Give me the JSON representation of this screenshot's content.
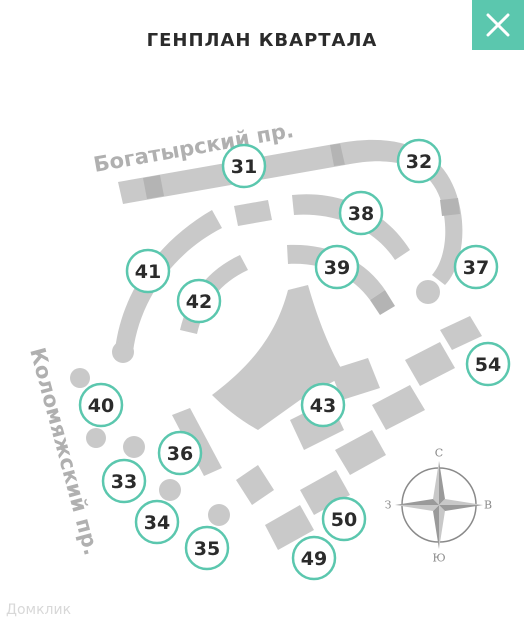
{
  "header": {
    "title": "ГЕНПЛАН КВАРТАЛА",
    "close_icon": "close-icon",
    "accent_color": "#5bc7ae"
  },
  "streets": {
    "top": "Богатырский пр.",
    "left": "Коломяжский пр."
  },
  "markers": [
    "31",
    "32",
    "38",
    "37",
    "39",
    "41",
    "42",
    "54",
    "40",
    "43",
    "36",
    "33",
    "34",
    "50",
    "35",
    "49"
  ],
  "compass": {
    "n": "С",
    "s": "Ю",
    "e": "В",
    "w": "З"
  },
  "watermark": "Домклик"
}
